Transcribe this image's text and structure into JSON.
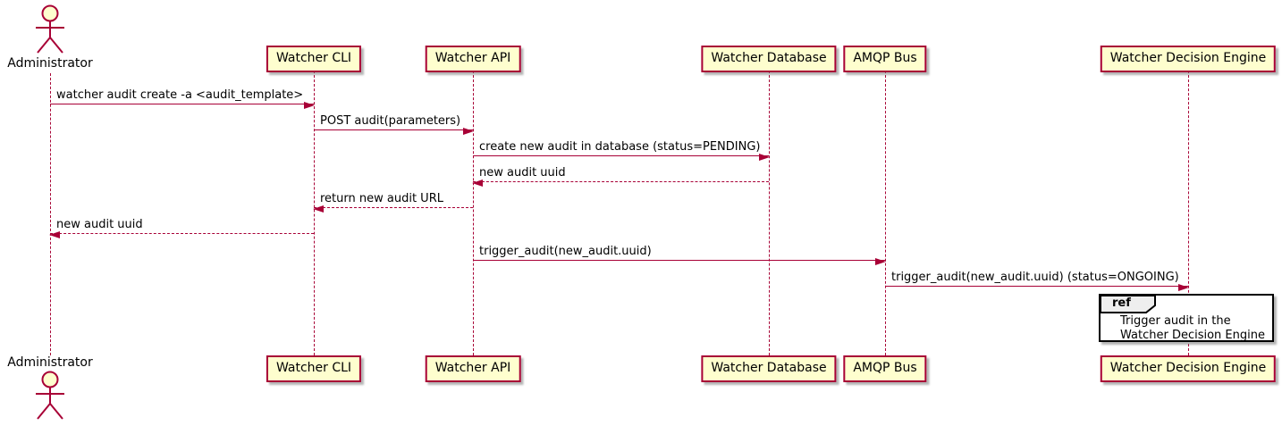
{
  "diagram_type": "plantuml-sequence",
  "colors": {
    "participant_fill": "#FEFECE",
    "participant_border": "#A80036",
    "line": "#A80036",
    "text": "#000000",
    "ref_fill": "#FFFFFF",
    "ref_border": "#000000",
    "ref_tab_fill": "#EEEEEE",
    "background": "#FFFFFF"
  },
  "actor": {
    "name": "Administrator"
  },
  "participants": [
    {
      "label": "Watcher CLI"
    },
    {
      "label": "Watcher API"
    },
    {
      "label": "Watcher Database"
    },
    {
      "label": "AMQP Bus"
    },
    {
      "label": "Watcher Decision Engine"
    }
  ],
  "messages": [
    {
      "label": "watcher audit create -a <audit_template>",
      "from": "Administrator",
      "to": "Watcher CLI",
      "line": "solid",
      "direction": "right"
    },
    {
      "label": "POST audit(parameters)",
      "from": "Watcher CLI",
      "to": "Watcher API",
      "line": "solid",
      "direction": "right"
    },
    {
      "label": "create new audit in database (status=PENDING)",
      "from": "Watcher API",
      "to": "Watcher Database",
      "line": "solid",
      "direction": "right"
    },
    {
      "label": "new audit uuid",
      "from": "Watcher Database",
      "to": "Watcher API",
      "line": "dashed",
      "direction": "left"
    },
    {
      "label": "return new audit URL",
      "from": "Watcher API",
      "to": "Watcher CLI",
      "line": "dashed",
      "direction": "left"
    },
    {
      "label": "new audit uuid",
      "from": "Watcher CLI",
      "to": "Administrator",
      "line": "dashed",
      "direction": "left"
    },
    {
      "label": "trigger_audit(new_audit.uuid)",
      "from": "Watcher API",
      "to": "AMQP Bus",
      "line": "solid",
      "direction": "right"
    },
    {
      "label": "trigger_audit(new_audit.uuid) (status=ONGOING)",
      "from": "AMQP Bus",
      "to": "Watcher Decision Engine",
      "line": "solid",
      "direction": "right"
    }
  ],
  "ref": {
    "keyword": "ref",
    "line1": "Trigger audit in the",
    "line2": "Watcher Decision Engine"
  }
}
